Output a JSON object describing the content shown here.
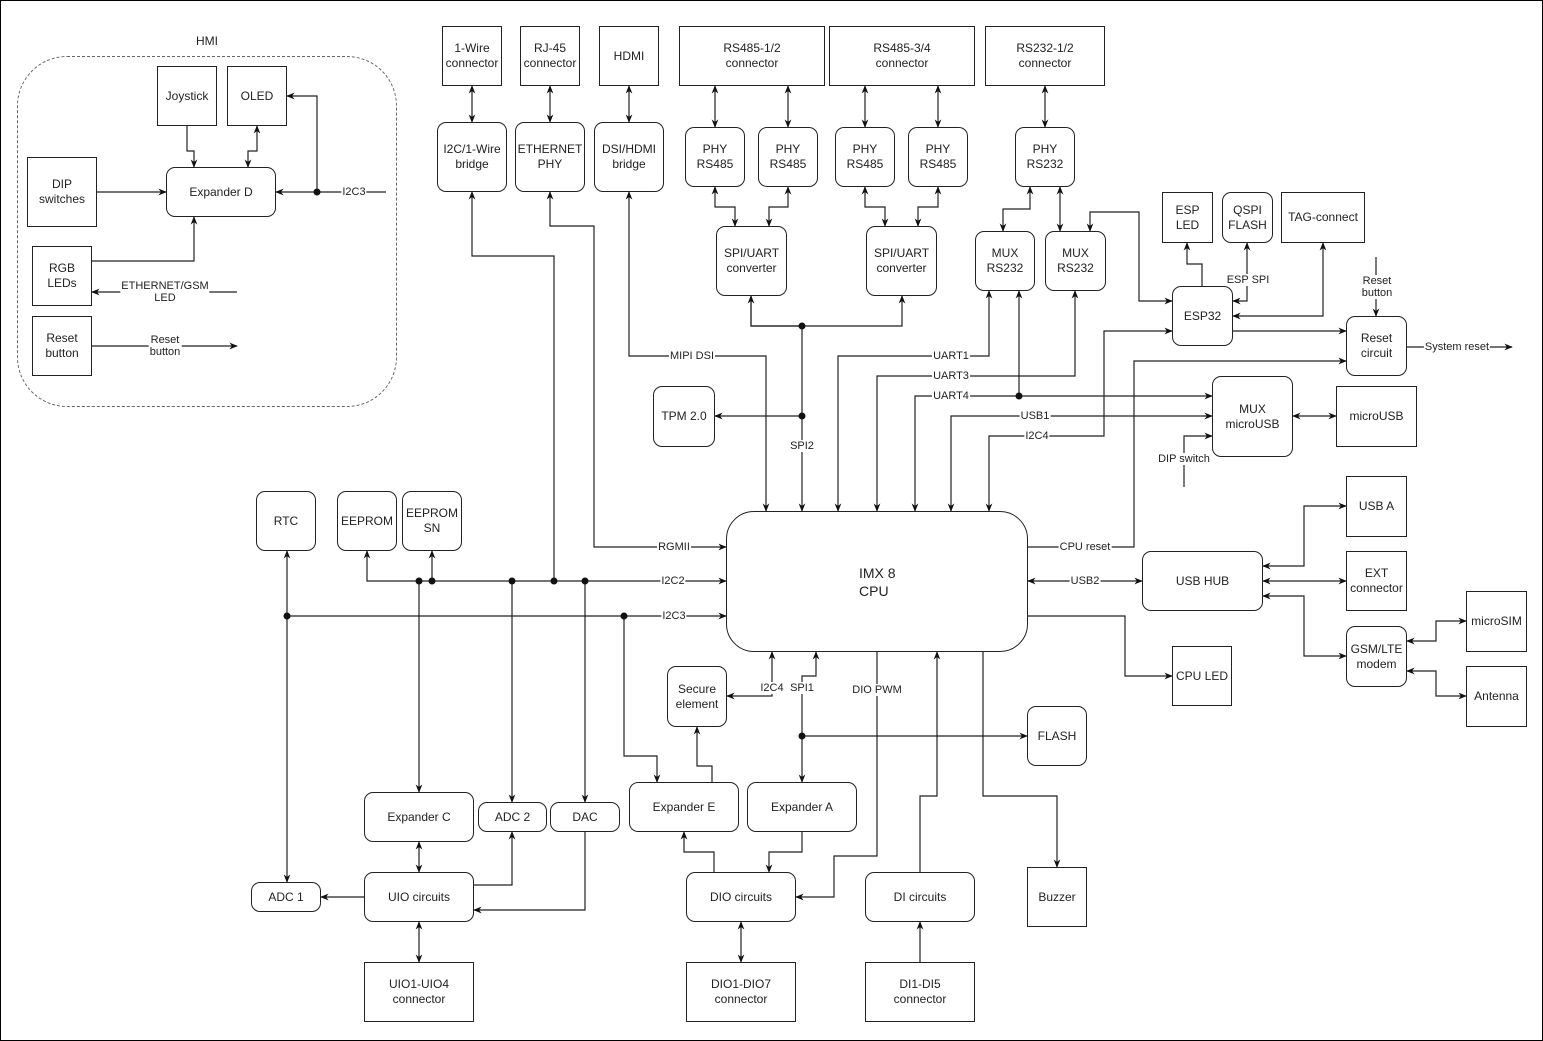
{
  "hmi": {
    "title": "HMI"
  },
  "nodes": {
    "joystick": "Joystick",
    "oled": "OLED",
    "dip_switches": "DIP\nswitches",
    "expander_d": "Expander D",
    "rgb_leds": "RGB\nLEDs",
    "reset_button": "Reset\nbutton",
    "onewire_connector": "1-Wire\nconnector",
    "rj45_connector": "RJ-45\nconnector",
    "hdmi": "HDMI",
    "rs485_12_connector": "RS485-1/2\nconnector",
    "rs485_34_connector": "RS485-3/4\nconnector",
    "rs232_12_connector": "RS232-1/2\nconnector",
    "i2c_1wire_bridge": "I2C/1-Wire\nbridge",
    "ethernet_phy": "ETHERNET\nPHY",
    "dsi_hdmi_bridge": "DSI/HDMI\nbridge",
    "phy_rs485_1": "PHY\nRS485",
    "phy_rs485_2": "PHY\nRS485",
    "phy_rs485_3": "PHY\nRS485",
    "phy_rs485_4": "PHY\nRS485",
    "phy_rs232": "PHY\nRS232",
    "spi_uart_1": "SPI/UART\nconverter",
    "spi_uart_2": "SPI/UART\nconverter",
    "mux_rs232_1": "MUX\nRS232",
    "mux_rs232_2": "MUX\nRS232",
    "esp_led": "ESP\nLED",
    "qspi_flash": "QSPI\nFLASH",
    "tag_connect": "TAG-connect",
    "esp32": "ESP32",
    "reset_circuit": "Reset\ncircuit",
    "tpm": "TPM 2.0",
    "mux_microusb": "MUX\nmicroUSB",
    "microusb": "microUSB",
    "rtc": "RTC",
    "eeprom": "EEPROM",
    "eeprom_sn": "EEPROM\nSN",
    "cpu": "IMX 8\nCPU",
    "usb_a": "USB A",
    "usb_hub": "USB HUB",
    "ext_connector": "EXT\nconnector",
    "microsim": "microSIM",
    "gsm_modem": "GSM/LTE\nmodem",
    "antenna": "Antenna",
    "cpu_led": "CPU LED",
    "secure_element": "Secure\nelement",
    "flash": "FLASH",
    "expander_c": "Expander C",
    "adc2": "ADC 2",
    "dac": "DAC",
    "expander_e": "Expander E",
    "expander_a": "Expander A",
    "adc1": "ADC 1",
    "uio_circuits": "UIO circuits",
    "dio_circuits": "DIO circuits",
    "di_circuits": "DI circuits",
    "buzzer": "Buzzer",
    "uio_connector": "UIO1-UIO4\nconnector",
    "dio_connector": "DIO1-DIO7\nconnector",
    "di_connector": "DI1-DI5\nconnector"
  },
  "labels": {
    "i2c3_hmi": "I2C3",
    "eth_gsm_led": "ETHERNET/GSM\nLED",
    "reset_button_sig": "Reset\nbutton",
    "mipi_dsi": "MIPI DSI",
    "uart1": "UART1",
    "uart3": "UART3",
    "uart4": "UART4",
    "usb1": "USB1",
    "i2c4_top": "I2C4",
    "spi2": "SPI2",
    "esp_spi": "ESP SPI",
    "reset_button_in": "Reset\nbutton",
    "system_reset": "System reset",
    "dip_switch": "DIP switch",
    "rgmii": "RGMII",
    "i2c2": "I2C2",
    "i2c3": "I2C3",
    "cpu_reset": "CPU reset",
    "usb2": "USB2",
    "i2c4_bottom": "I2C4",
    "spi1": "SPI1",
    "dio_pwm": "DIO PWM"
  },
  "colors": {
    "line": "#222222",
    "line_gray": "#777777"
  }
}
